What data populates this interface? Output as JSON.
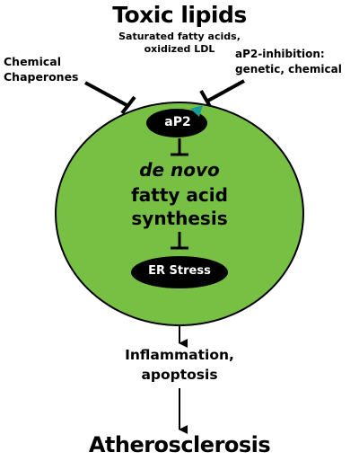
{
  "diagram": {
    "title": "Toxic lipids",
    "subtitle": "Saturated fatty acids,\noxidized LDL",
    "left_input": "Chemical\nChaperones",
    "right_input": "aP2-inhibition:\ngenetic, chemical",
    "node_ap2": "aP2",
    "de_novo": "de novo",
    "fatty_acid_synthesis": "fatty acid\nsynthesis",
    "node_er_stress": "ER Stress",
    "outcome": "Inflammation,\napoptosis",
    "final": "Atherosclerosis"
  },
  "colors": {
    "cell_fill": "#77c043",
    "cell_stroke": "#000000",
    "node_fill": "#000000",
    "node_text": "#ffffff",
    "wedge": "#1a9b9b"
  }
}
